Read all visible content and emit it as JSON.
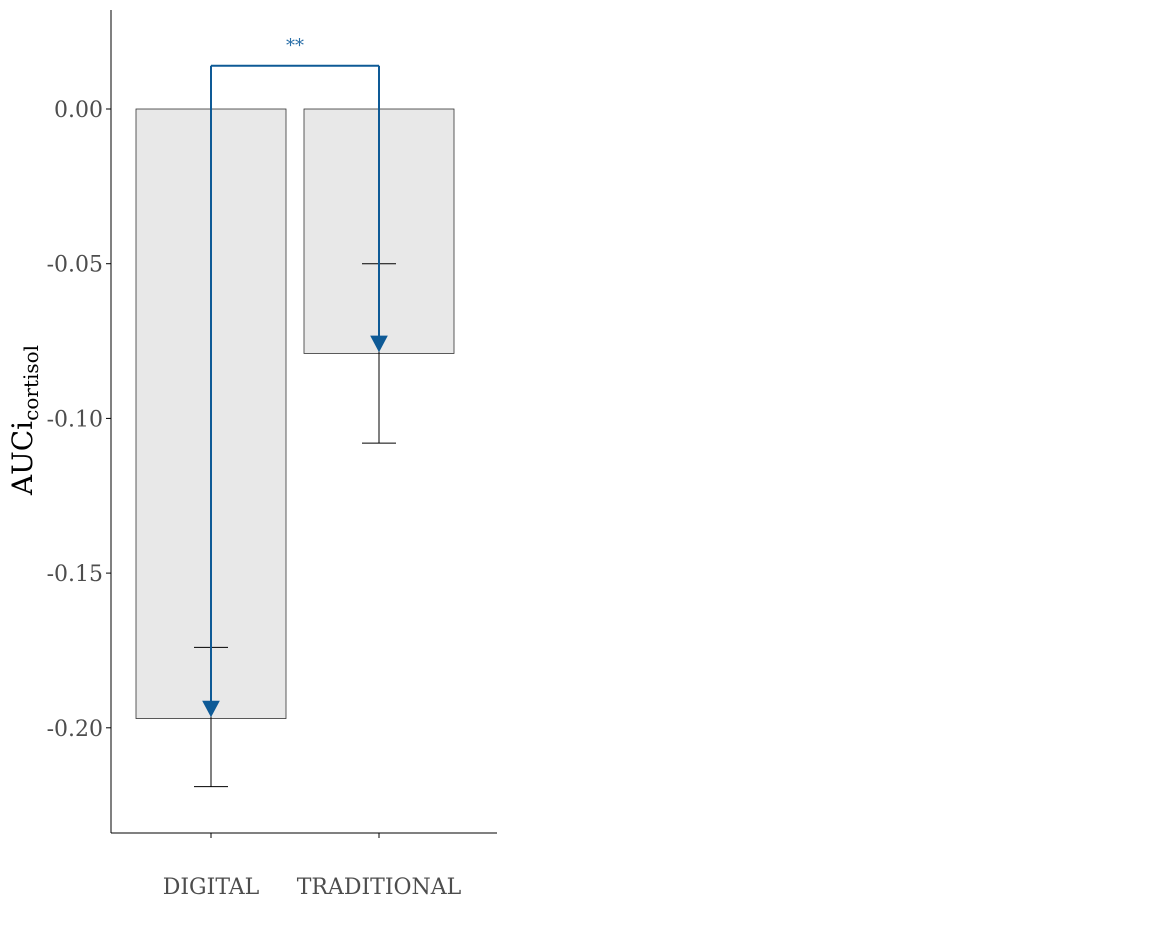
{
  "chart_data": {
    "type": "bar",
    "categories": [
      "DIGITAL",
      "TRADITIONAL"
    ],
    "values": [
      -0.197,
      -0.079
    ],
    "error_bars": [
      {
        "lower": -0.219,
        "upper": -0.174
      },
      {
        "lower": -0.108,
        "upper": -0.05
      }
    ],
    "arrows": [
      {
        "category": "DIGITAL",
        "value": -0.194
      },
      {
        "category": "TRADITIONAL",
        "value": -0.076
      }
    ],
    "significance": {
      "label": "**",
      "bracket_value": 0.014
    },
    "ylabel": "AUCi",
    "ylabel_subscript": "cortisol",
    "ylim": [
      -0.234,
      0.032
    ],
    "yticks": [
      0.0,
      -0.05,
      -0.1,
      -0.15,
      -0.2
    ],
    "ytick_labels": [
      "0.00",
      "-0.05",
      "-0.10",
      "-0.15",
      "-0.20"
    ],
    "grid": false,
    "colors": {
      "bar_fill": "#e8e8e8",
      "bar_stroke": "#333333",
      "axis": "#000000",
      "bracket": "#0e5a96",
      "significance_text": "#2a6fa8"
    }
  }
}
